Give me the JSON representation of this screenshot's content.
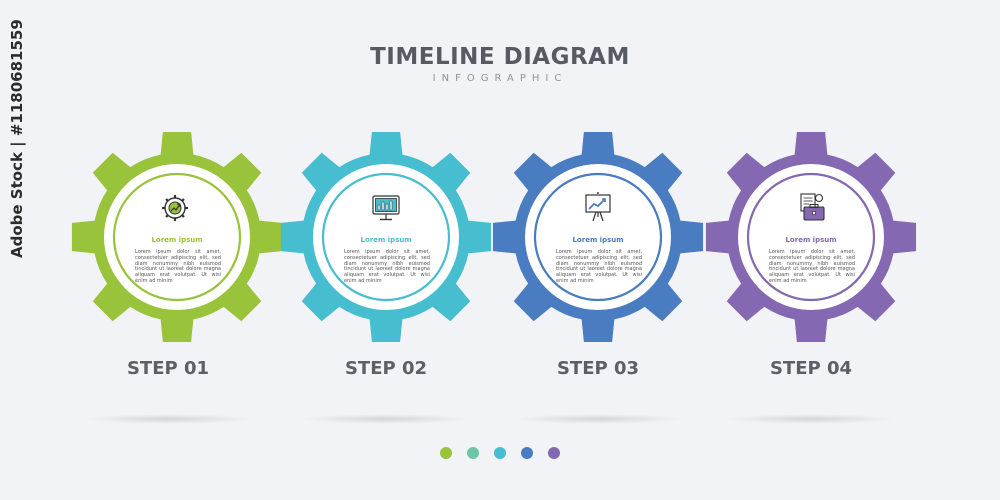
{
  "header": {
    "title": "TIMELINE DIAGRAM",
    "subtitle": "INFOGRAPHIC"
  },
  "steps": [
    {
      "label": "STEP 01",
      "heading": "Lorem ipsum",
      "text": "Lorem ipsum dolor sit amet, consectetuer adipiscing elit, sed diam nonummy nibh euismod tincidunt ut laoreet dolore magna aliquam erat volutpat. Ut wisi enim ad minim",
      "color": "#9ac33c",
      "icon": "gear-growth-chart-icon"
    },
    {
      "label": "STEP 02",
      "heading": "Lorem ipsum",
      "text": "Lorem ipsum dolor sit amet, consectetuer adipiscing elit, sed diam nonummy nibh euismod tincidunt ut laoreet dolore magna aliquam erat volutpat. Ut wisi enim ad minim",
      "color": "#47bdd0",
      "icon": "monitor-chart-icon"
    },
    {
      "label": "STEP 03",
      "heading": "Lorem ipsum",
      "text": "Lorem ipsum dolor sit amet, consectetuer adipiscing elit, sed diam nonummy nibh euismod tincidunt ut laoreet dolore magna aliquam erat volutpat. Ut wisi enim ad minim",
      "color": "#4a7cc1",
      "icon": "presentation-board-icon"
    },
    {
      "label": "STEP 04",
      "heading": "Lorem ipsum",
      "text": "Lorem ipsum dolor sit amet, consectetuer adipiscing elit, sed diam nonummy nibh euismod tincidunt ut laoreet dolore magna aliquam erat volutpat. Ut wisi enim ad minim",
      "color": "#8568b2",
      "icon": "briefcase-document-icon"
    }
  ],
  "dot_colors": [
    "#9ac33c",
    "#6cc5a6",
    "#47bdd0",
    "#4a7cc1",
    "#8568b2"
  ],
  "watermark": {
    "text": "Adobe Stock | #1180681559"
  }
}
